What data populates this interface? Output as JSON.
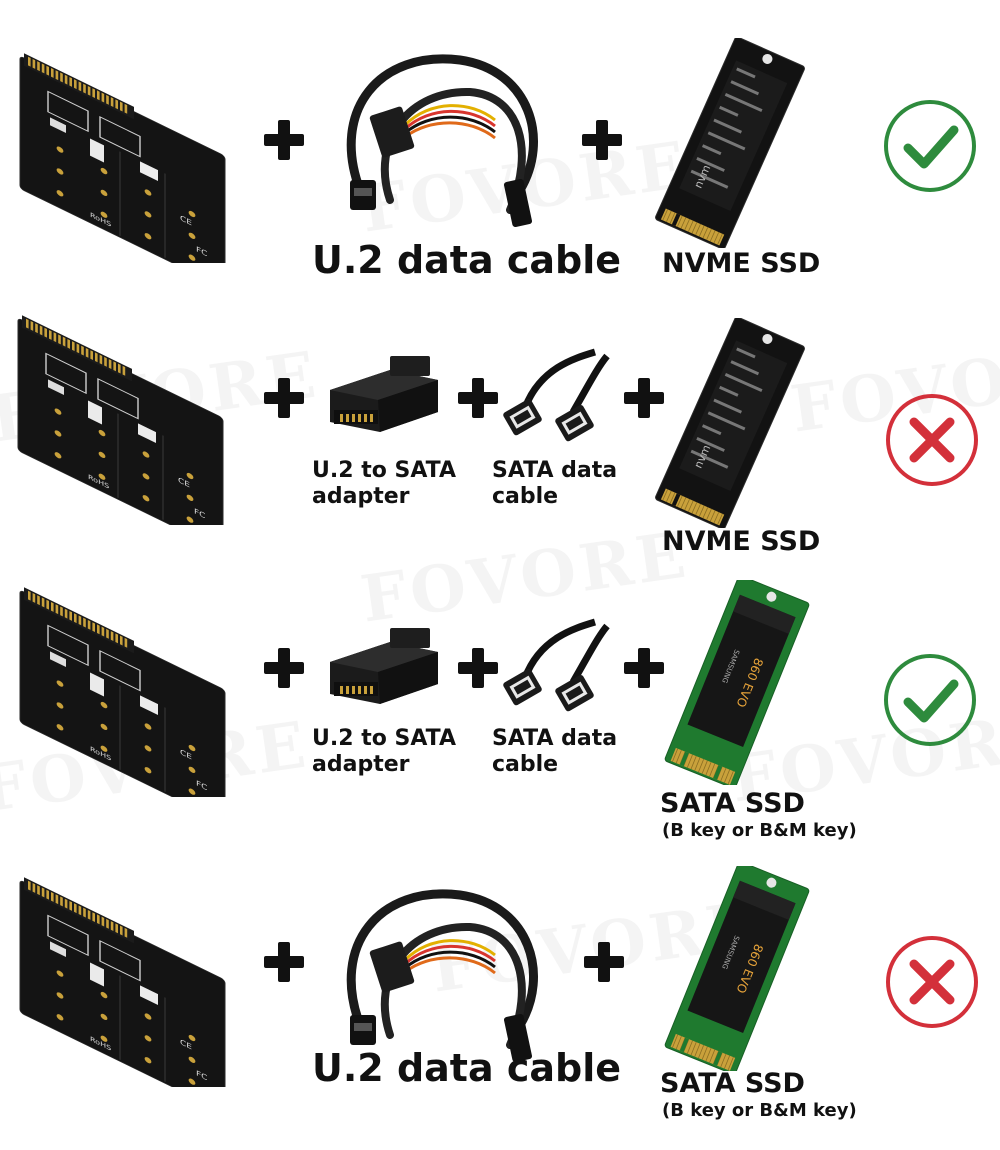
{
  "watermark": "FOVORE",
  "colors": {
    "ok": "#2e8b3d",
    "no": "#d3303a",
    "sata_pcb": "#1f7a2f",
    "nvme_pcb": "#111111"
  },
  "rows": [
    {
      "middle": "u2-cable",
      "cable_label": "U.2 data cable",
      "ssd": "nvme",
      "ssd_label": "NVME SSD",
      "ssd_sub": "",
      "status": "check-icon"
    },
    {
      "middle": "adapter",
      "adapter_label_1": "U.2 to SATA",
      "adapter_label_2": "adapter",
      "sata_label_1": "SATA data",
      "sata_label_2": "cable",
      "ssd": "nvme",
      "ssd_label": "NVME SSD",
      "ssd_sub": "",
      "status": "cross-icon"
    },
    {
      "middle": "adapter",
      "adapter_label_1": "U.2 to SATA",
      "adapter_label_2": "adapter",
      "sata_label_1": "SATA data",
      "sata_label_2": "cable",
      "ssd": "sata",
      "ssd_label": "SATA SSD",
      "ssd_sub": "(B key or B&M key)",
      "status": "check-icon"
    },
    {
      "middle": "u2-cable",
      "cable_label": "U.2 data cable",
      "ssd": "sata",
      "ssd_label": "SATA SSD",
      "ssd_sub": "(B key or B&M key)",
      "status": "cross-icon"
    }
  ]
}
